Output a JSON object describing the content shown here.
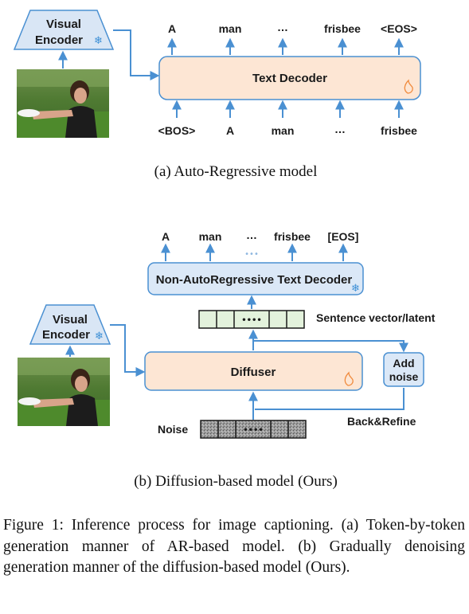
{
  "panel_a": {
    "encoder_line1": "Visual",
    "encoder_line2": "Encoder",
    "decoder_label": "Text Decoder",
    "output_tokens": [
      "A",
      "man",
      "…",
      "frisbee",
      "<EOS>"
    ],
    "input_tokens": [
      "<BOS>",
      "A",
      "man",
      "…",
      "frisbee"
    ],
    "caption": "(a) Auto-Regressive model"
  },
  "panel_b": {
    "encoder_line1": "Visual",
    "encoder_line2": "Encoder",
    "decoder_label": "Non-AutoRegressive Text Decoder",
    "output_tokens": [
      "A",
      "man",
      "…",
      "frisbee",
      "[EOS]"
    ],
    "sentence_label": "Sentence vector/latent",
    "sentence_dots": "••••",
    "diffuser_label": "Diffuser",
    "add_noise_line1": "Add",
    "add_noise_line2": "noise",
    "back_refine_label": "Back&Refine",
    "noise_label": "Noise",
    "noise_dots": "••••",
    "caption": "(b) Diffusion-based model (Ours)"
  },
  "figure_caption": "Figure 1:  Inference process for image captioning. (a) Token-by-token generation manner of AR-based model. (b) Gradually denoising generation manner of the diffusion-based model (Ours).",
  "colors": {
    "arrow": "#4a90d2",
    "encoder_fill": "#d9e6f5",
    "decoder_a_fill": "#fde6d4",
    "decoder_b_fill": "#dbe8f7",
    "diffuser_fill": "#fde6d4",
    "sentence_cell_fill": "#e3f2dc",
    "noise_cell_fill": "#a8a8a8",
    "snowflake": "#3d8fd6",
    "flame": "#f08a3c"
  }
}
